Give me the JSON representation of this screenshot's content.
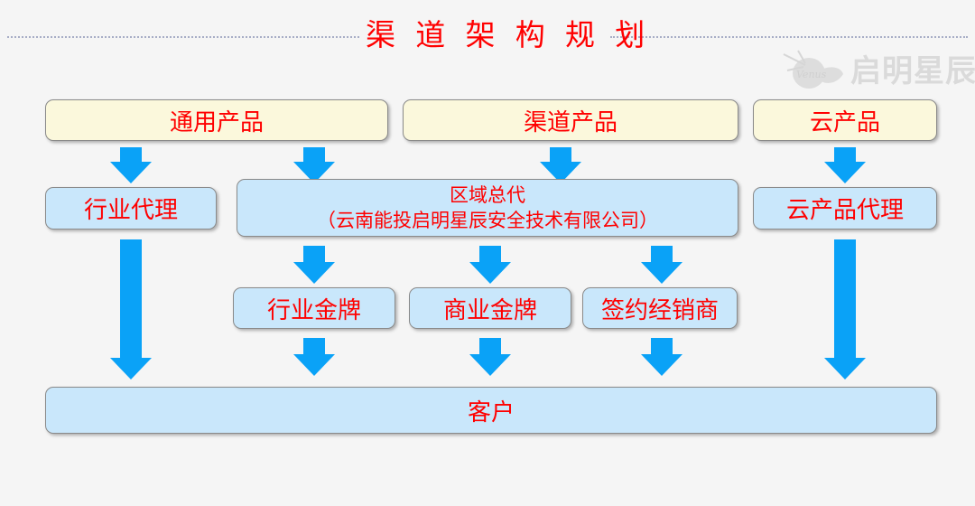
{
  "slide": {
    "title": "渠 道 架 构 规 划",
    "background_color": "#f5f5f5",
    "title_color": "#ff0000",
    "accent_arrow_color": "#0aa2f7",
    "product_box_color": "#fbf8dc",
    "channel_box_color": "#c9e7fb",
    "rule_color": "#a8aec6"
  },
  "watermark": {
    "brand": "启明星辰",
    "mark": "venus-comet-logo"
  },
  "nodes": {
    "products": [
      {
        "id": "general-product",
        "label": "通用产品"
      },
      {
        "id": "channel-product",
        "label": "渠道产品"
      },
      {
        "id": "cloud-product",
        "label": "云产品"
      }
    ],
    "agents": [
      {
        "id": "industry-agent",
        "label": "行业代理"
      },
      {
        "id": "regional-general-agent",
        "label": "区域总代",
        "sub_label": "（云南能投启明星辰安全技术有限公司）"
      },
      {
        "id": "cloud-product-agent",
        "label": "云产品代理"
      }
    ],
    "partners": [
      {
        "id": "industry-gold",
        "label": "行业金牌"
      },
      {
        "id": "business-gold",
        "label": "商业金牌"
      },
      {
        "id": "contracted-dealer",
        "label": "签约经销商"
      }
    ],
    "customer": {
      "id": "customer",
      "label": "客户"
    }
  },
  "connectors": [
    {
      "id": "arrow-general-product-to-industry-agent",
      "kind": "short-down-arrow"
    },
    {
      "id": "arrow-general-product-to-regional-agent",
      "kind": "short-down-arrow"
    },
    {
      "id": "arrow-channel-product-to-regional-agent",
      "kind": "short-down-arrow"
    },
    {
      "id": "arrow-cloud-product-to-cloud-agent",
      "kind": "short-down-arrow"
    },
    {
      "id": "arrow-industry-agent-to-customer",
      "kind": "long-down-arrow"
    },
    {
      "id": "arrow-regional-agent-to-industry-gold",
      "kind": "short-down-arrow"
    },
    {
      "id": "arrow-regional-agent-to-business-gold",
      "kind": "short-down-arrow"
    },
    {
      "id": "arrow-regional-agent-to-contracted-dealer",
      "kind": "short-down-arrow"
    },
    {
      "id": "arrow-industry-gold-to-customer",
      "kind": "short-down-arrow"
    },
    {
      "id": "arrow-business-gold-to-customer",
      "kind": "short-down-arrow"
    },
    {
      "id": "arrow-contracted-dealer-to-customer",
      "kind": "short-down-arrow"
    },
    {
      "id": "arrow-cloud-agent-to-customer",
      "kind": "long-down-arrow"
    }
  ]
}
